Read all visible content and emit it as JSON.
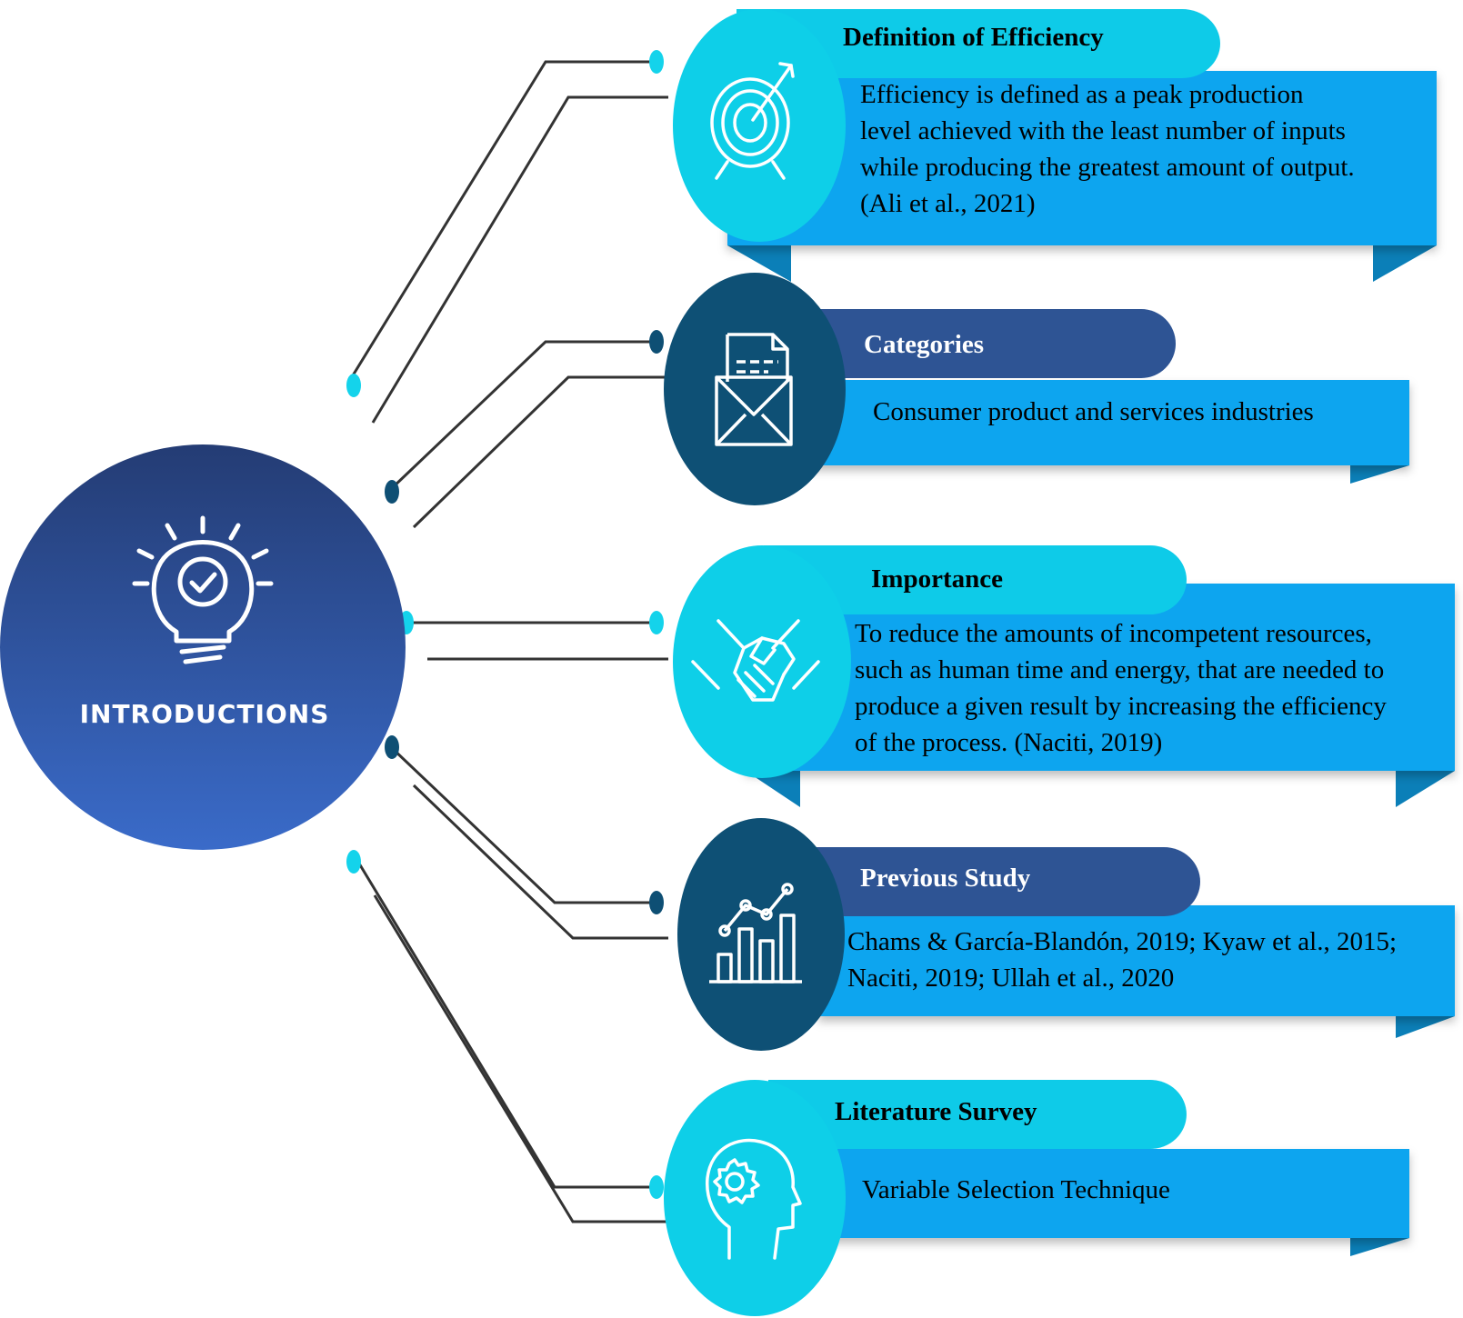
{
  "hub": {
    "label": "INTRODUCTIONS",
    "icon": "lightbulb-check-icon",
    "colors": {
      "top": "#243c74",
      "bottom": "#3a6bc9"
    }
  },
  "palette": {
    "cyan_circle": "#0ecfe8",
    "cyan_pill": "#0ecbe8",
    "navy_circle": "#0e5075",
    "navy_pill": "#2e5494",
    "ribbon": "#0aa5ef",
    "ribbon_fold": "#0b7fb8",
    "connector": "#333333",
    "node_cyan": "#14d3eb",
    "node_navy": "#0e4f74"
  },
  "items": [
    {
      "title": "Definition of Efficiency",
      "icon": "target-icon",
      "style": "cyan",
      "lines": [
        "Efficiency is defined as a peak production",
        "level achieved with the least number of inputs",
        "while producing the greatest amount of output.",
        "(Ali et al., 2021)"
      ]
    },
    {
      "title": "Categories",
      "icon": "document-envelope-icon",
      "style": "navy",
      "lines": [
        "Consumer product and services industries"
      ]
    },
    {
      "title": "Importance",
      "icon": "handshake-icon",
      "style": "cyan",
      "lines": [
        "To reduce the amounts of incompetent resources,",
        "such as human time and energy, that are needed to",
        "produce a given result by increasing the efficiency",
        "of the process. (Naciti, 2019)"
      ]
    },
    {
      "title": "Previous Study",
      "icon": "growth-chart-icon",
      "style": "navy",
      "lines": [
        "Chams & García-Blandón, 2019; Kyaw et al., 2015;",
        "Naciti, 2019; Ullah et al., 2020"
      ]
    },
    {
      "title": "Literature Survey",
      "icon": "head-gear-icon",
      "style": "cyan",
      "lines": [
        "Variable Selection Technique"
      ]
    }
  ]
}
